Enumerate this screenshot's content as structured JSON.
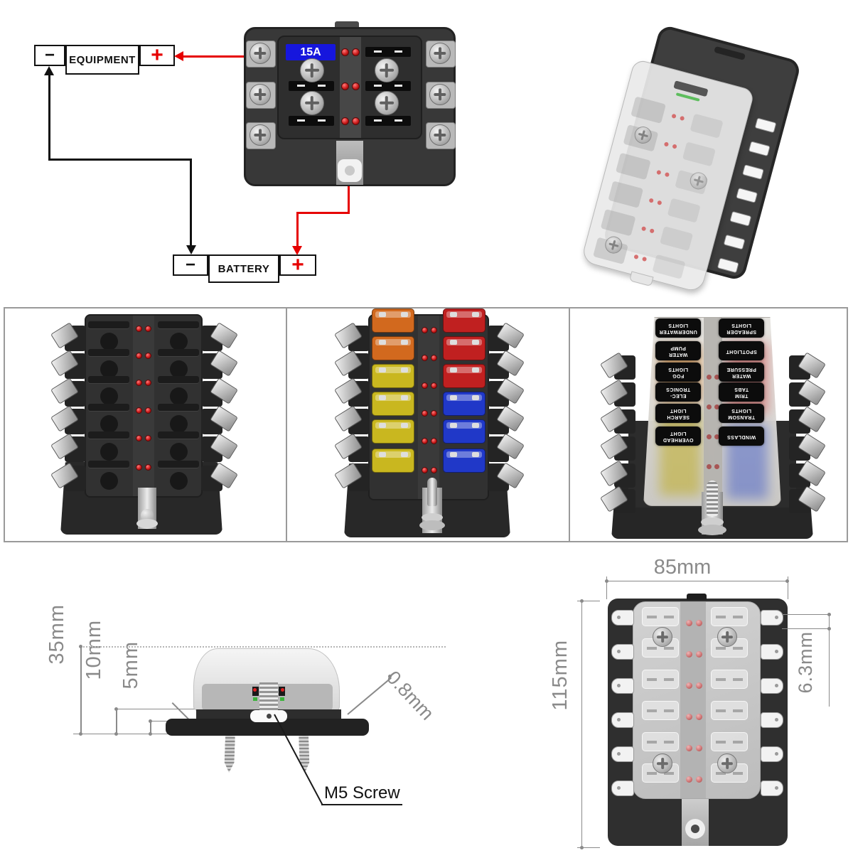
{
  "wiring_diagram": {
    "equipment_label": "EQUIPMENT",
    "battery_label": "BATTERY",
    "minus": "−",
    "plus": "+",
    "fuse_rating": "15A"
  },
  "cover_labels": {
    "left": [
      "UNDERWATER\nLIGHTS",
      "WATER\nPUMP",
      "FOG\nLIGHTS",
      "ELEC-\nTRONICS",
      "SEARCH\nLIGHT",
      "OVERHEAD\nLIGHT"
    ],
    "right": [
      "SPREADER\nLIGHTS",
      "SPOTLIGHT",
      "WATER\nPRESSURE",
      "TRIM\nTABS",
      "TRANSOM\nLIGHTS",
      "WINDLASS"
    ]
  },
  "dimensions": {
    "total_height": "35mm",
    "base_height": "10mm",
    "plate_height": "5mm",
    "terminal_thickness": "0.8mm",
    "screw_label": "M5 Screw",
    "width": "85mm",
    "length": "115mm",
    "terminal_width": "6.3mm"
  },
  "fuse_colors_installed": {
    "left": [
      "orange",
      "orange",
      "yellow",
      "yellow",
      "yellow",
      "yellow"
    ],
    "right": [
      "red",
      "red",
      "red",
      "blue",
      "blue",
      "blue"
    ]
  },
  "colors": {
    "wire_red": "#e60000",
    "wire_black": "#111111",
    "fuse_15a_blue": "#1616dd",
    "led_red": "#c41414",
    "fuse_orange": "#d2691e",
    "fuse_red": "#c02020",
    "fuse_yellow": "#c9b71f",
    "fuse_blue": "#2038c8",
    "dim_gray": "#8a8a8a",
    "body_dark": "#303030",
    "cover_gray": "#d8d6d2"
  }
}
